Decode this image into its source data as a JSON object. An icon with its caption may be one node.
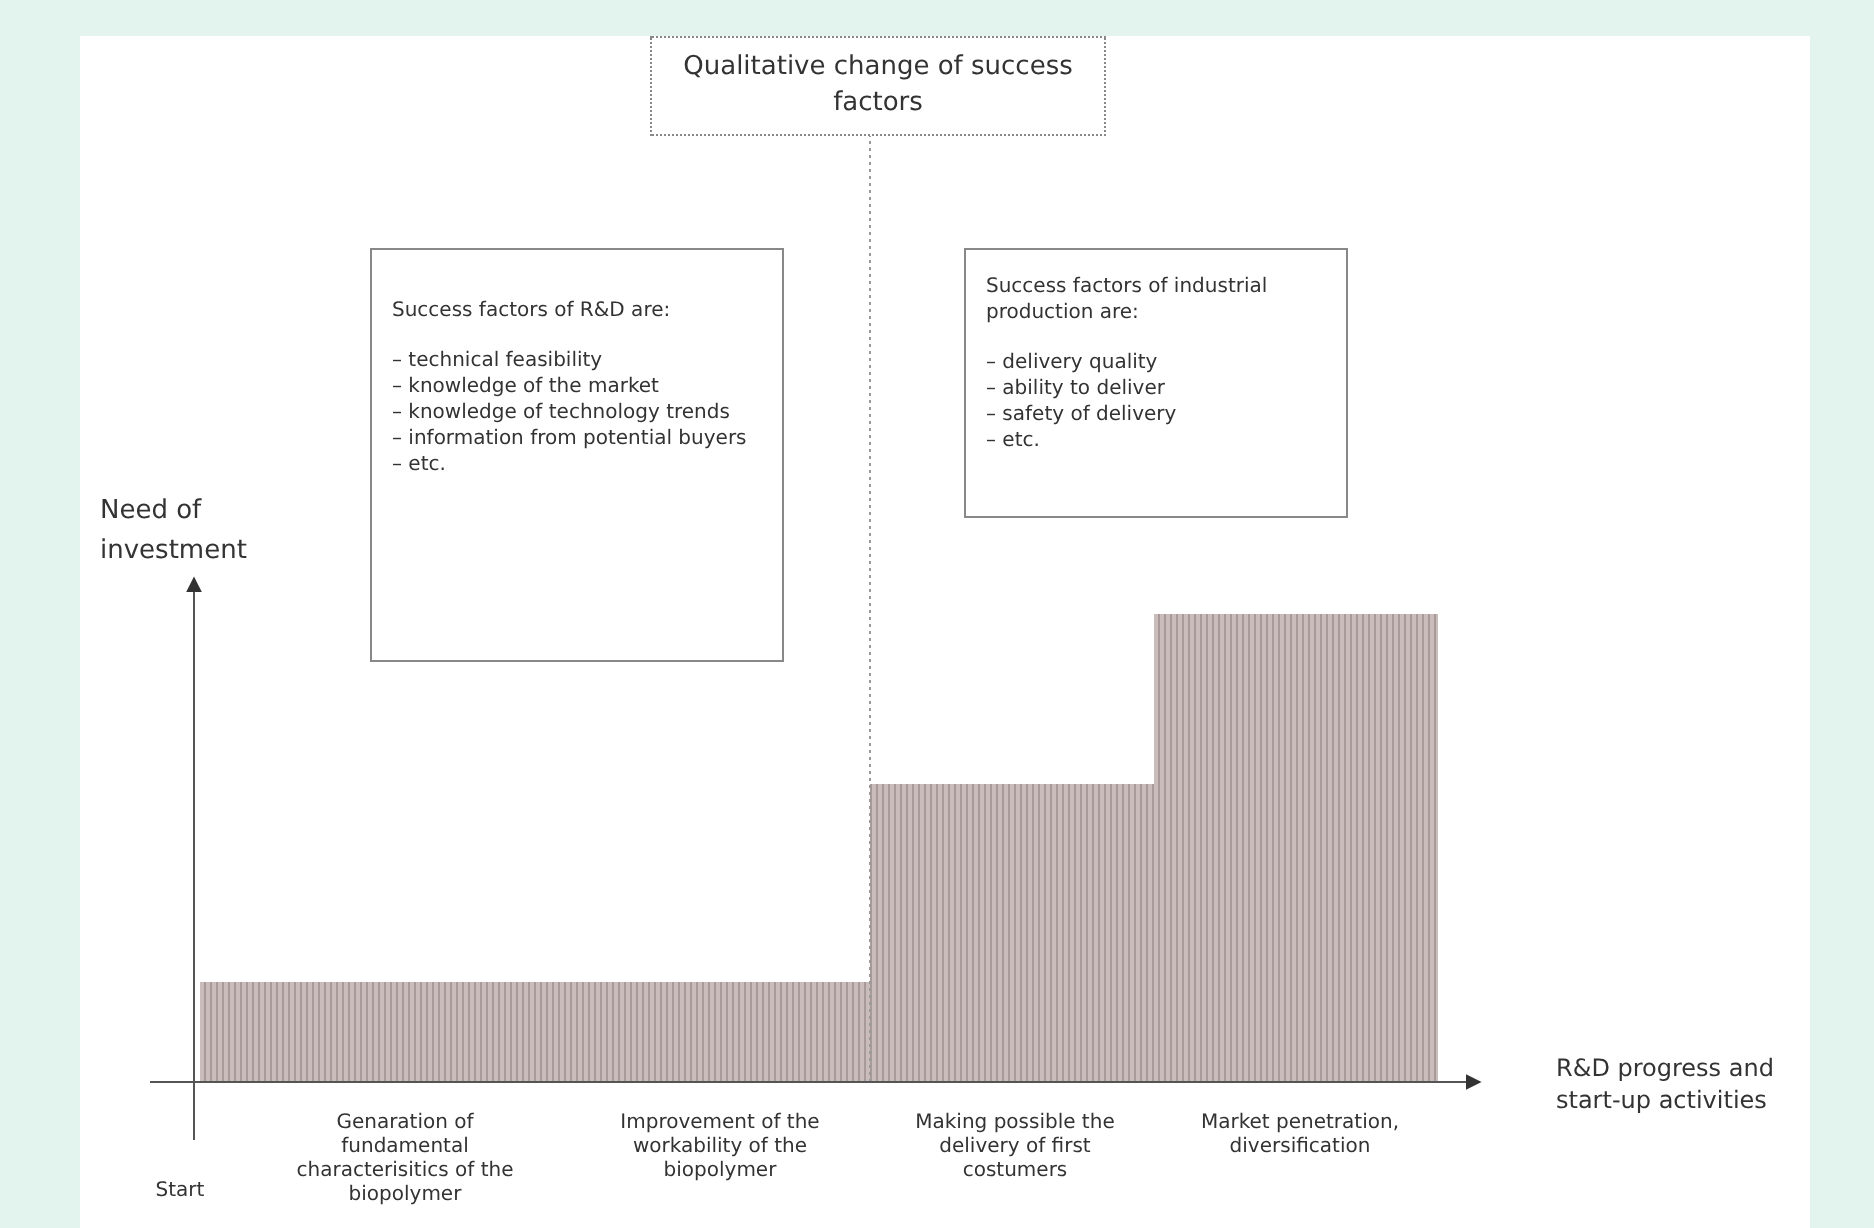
{
  "diagram": {
    "nodes": [
      {
        "text": [
          "Qualitative change of success factors"
        ]
      },
      {
        "text": [
          "Success factors of R&D are:",
          "– technical feasibility",
          "– knowledge of the market",
          "– knowledge of technology trends",
          "– information from potential buyers",
          "– etc."
        ]
      },
      {
        "text": [
          "Success factors of industrial production are:",
          "– delivery quality",
          "– ability to deliver",
          "– safety of delivery",
          "– etc."
        ]
      }
    ],
    "edges": [],
    "labels": [
      "Need of investment",
      "R&D progress and start-up activities",
      "Start",
      "Genaration of fundamental characterisitics of the biopolymer",
      "Improvement of the workability of the biopolymer",
      "Making possible the delivery of first costumers",
      "Market penetration, diversification"
    ]
  }
}
